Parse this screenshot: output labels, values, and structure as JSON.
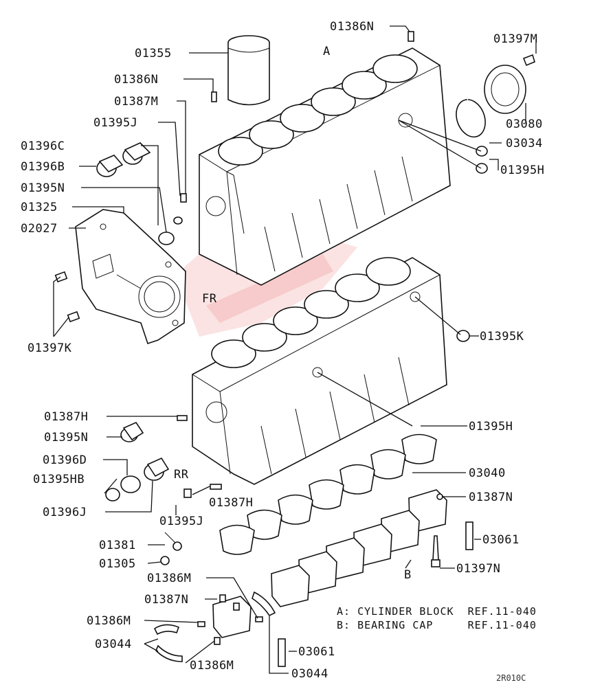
{
  "diagram": {
    "section_labels": {
      "a": "A",
      "b": "B",
      "fr": "FR",
      "rr": "RR"
    },
    "labels": {
      "p01386N_top": "01386N",
      "p01397M": "01397M",
      "p01355": "01355",
      "p01386N_left": "01386N",
      "p01387M": "01387M",
      "p01395J_top": "01395J",
      "p01396C": "01396C",
      "p01396B": "01396B",
      "p01395N_top": "01395N",
      "p01325": "01325",
      "p02027": "02027",
      "p03080": "03080",
      "p03034": "03034",
      "p01395H_top": "01395H",
      "p01397K": "01397K",
      "p01395K": "01395K",
      "p01387H_left": "01387H",
      "p01395N_bottom": "01395N",
      "p01396D": "01396D",
      "p01395HB": "01395HB",
      "p01396J": "01396J",
      "p01395H_mid": "01395H",
      "p03040": "03040",
      "p01387N_right": "01387N",
      "p01387H_mid": "01387H",
      "p01395J_bottom": "01395J",
      "p03061_right": "03061",
      "p01381": "01381",
      "p01305": "01305",
      "p01397N": "01397N",
      "p01386M_top": "01386M",
      "p01387N_left": "01387N",
      "p01386M_left": "01386M",
      "p03044_left": "03044",
      "p01386M_bottom": "01386M",
      "p03061_bottom": "03061",
      "p03044_bottom": "03044"
    },
    "legend": {
      "a": "A: CYLINDER BLOCK  REF.11-040",
      "b": "B: BEARING CAP     REF.11-040"
    },
    "drawing_code": "2R010C"
  }
}
